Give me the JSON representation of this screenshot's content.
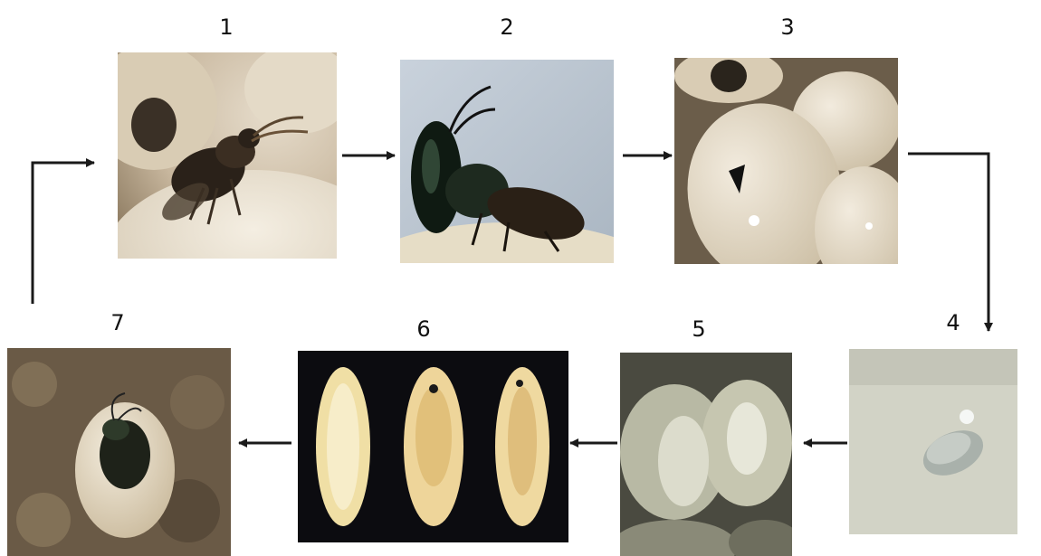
{
  "stages": [
    {
      "number": "1"
    },
    {
      "number": "2"
    },
    {
      "number": "3"
    },
    {
      "number": "4"
    },
    {
      "number": "5"
    },
    {
      "number": "6"
    },
    {
      "number": "7"
    }
  ],
  "colors": {
    "arrow": "#1a1a1a",
    "bean": "#e9dfcf",
    "wasp": "#1b1f18",
    "pupa": "#f1dfa8"
  }
}
